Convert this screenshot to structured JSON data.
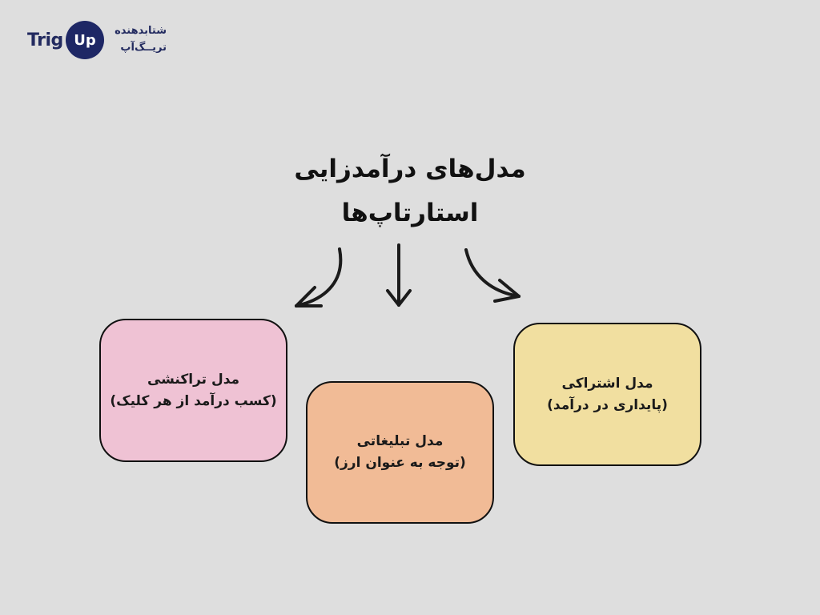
{
  "logo": {
    "brand_latin_left": "Trig",
    "brand_latin_right": "Up",
    "tagline_line1": "شتابدهنده",
    "tagline_line2": "تریــگ‌آپ"
  },
  "title": {
    "line1": "مدل‌های درآمدزایی",
    "line2": "استارتاپ‌ها"
  },
  "models": [
    {
      "title": "مدل تراکنشی",
      "subtitle": "(کسب درآمد از هر کلیک)",
      "color": "#efc2d4"
    },
    {
      "title": "مدل تبلیغاتی",
      "subtitle": "(توجه به عنوان ارز)",
      "color": "#f1bb96"
    },
    {
      "title": "مدل اشتراکی",
      "subtitle": "(پایداری در درآمد)",
      "color": "#f1dfa0"
    }
  ]
}
